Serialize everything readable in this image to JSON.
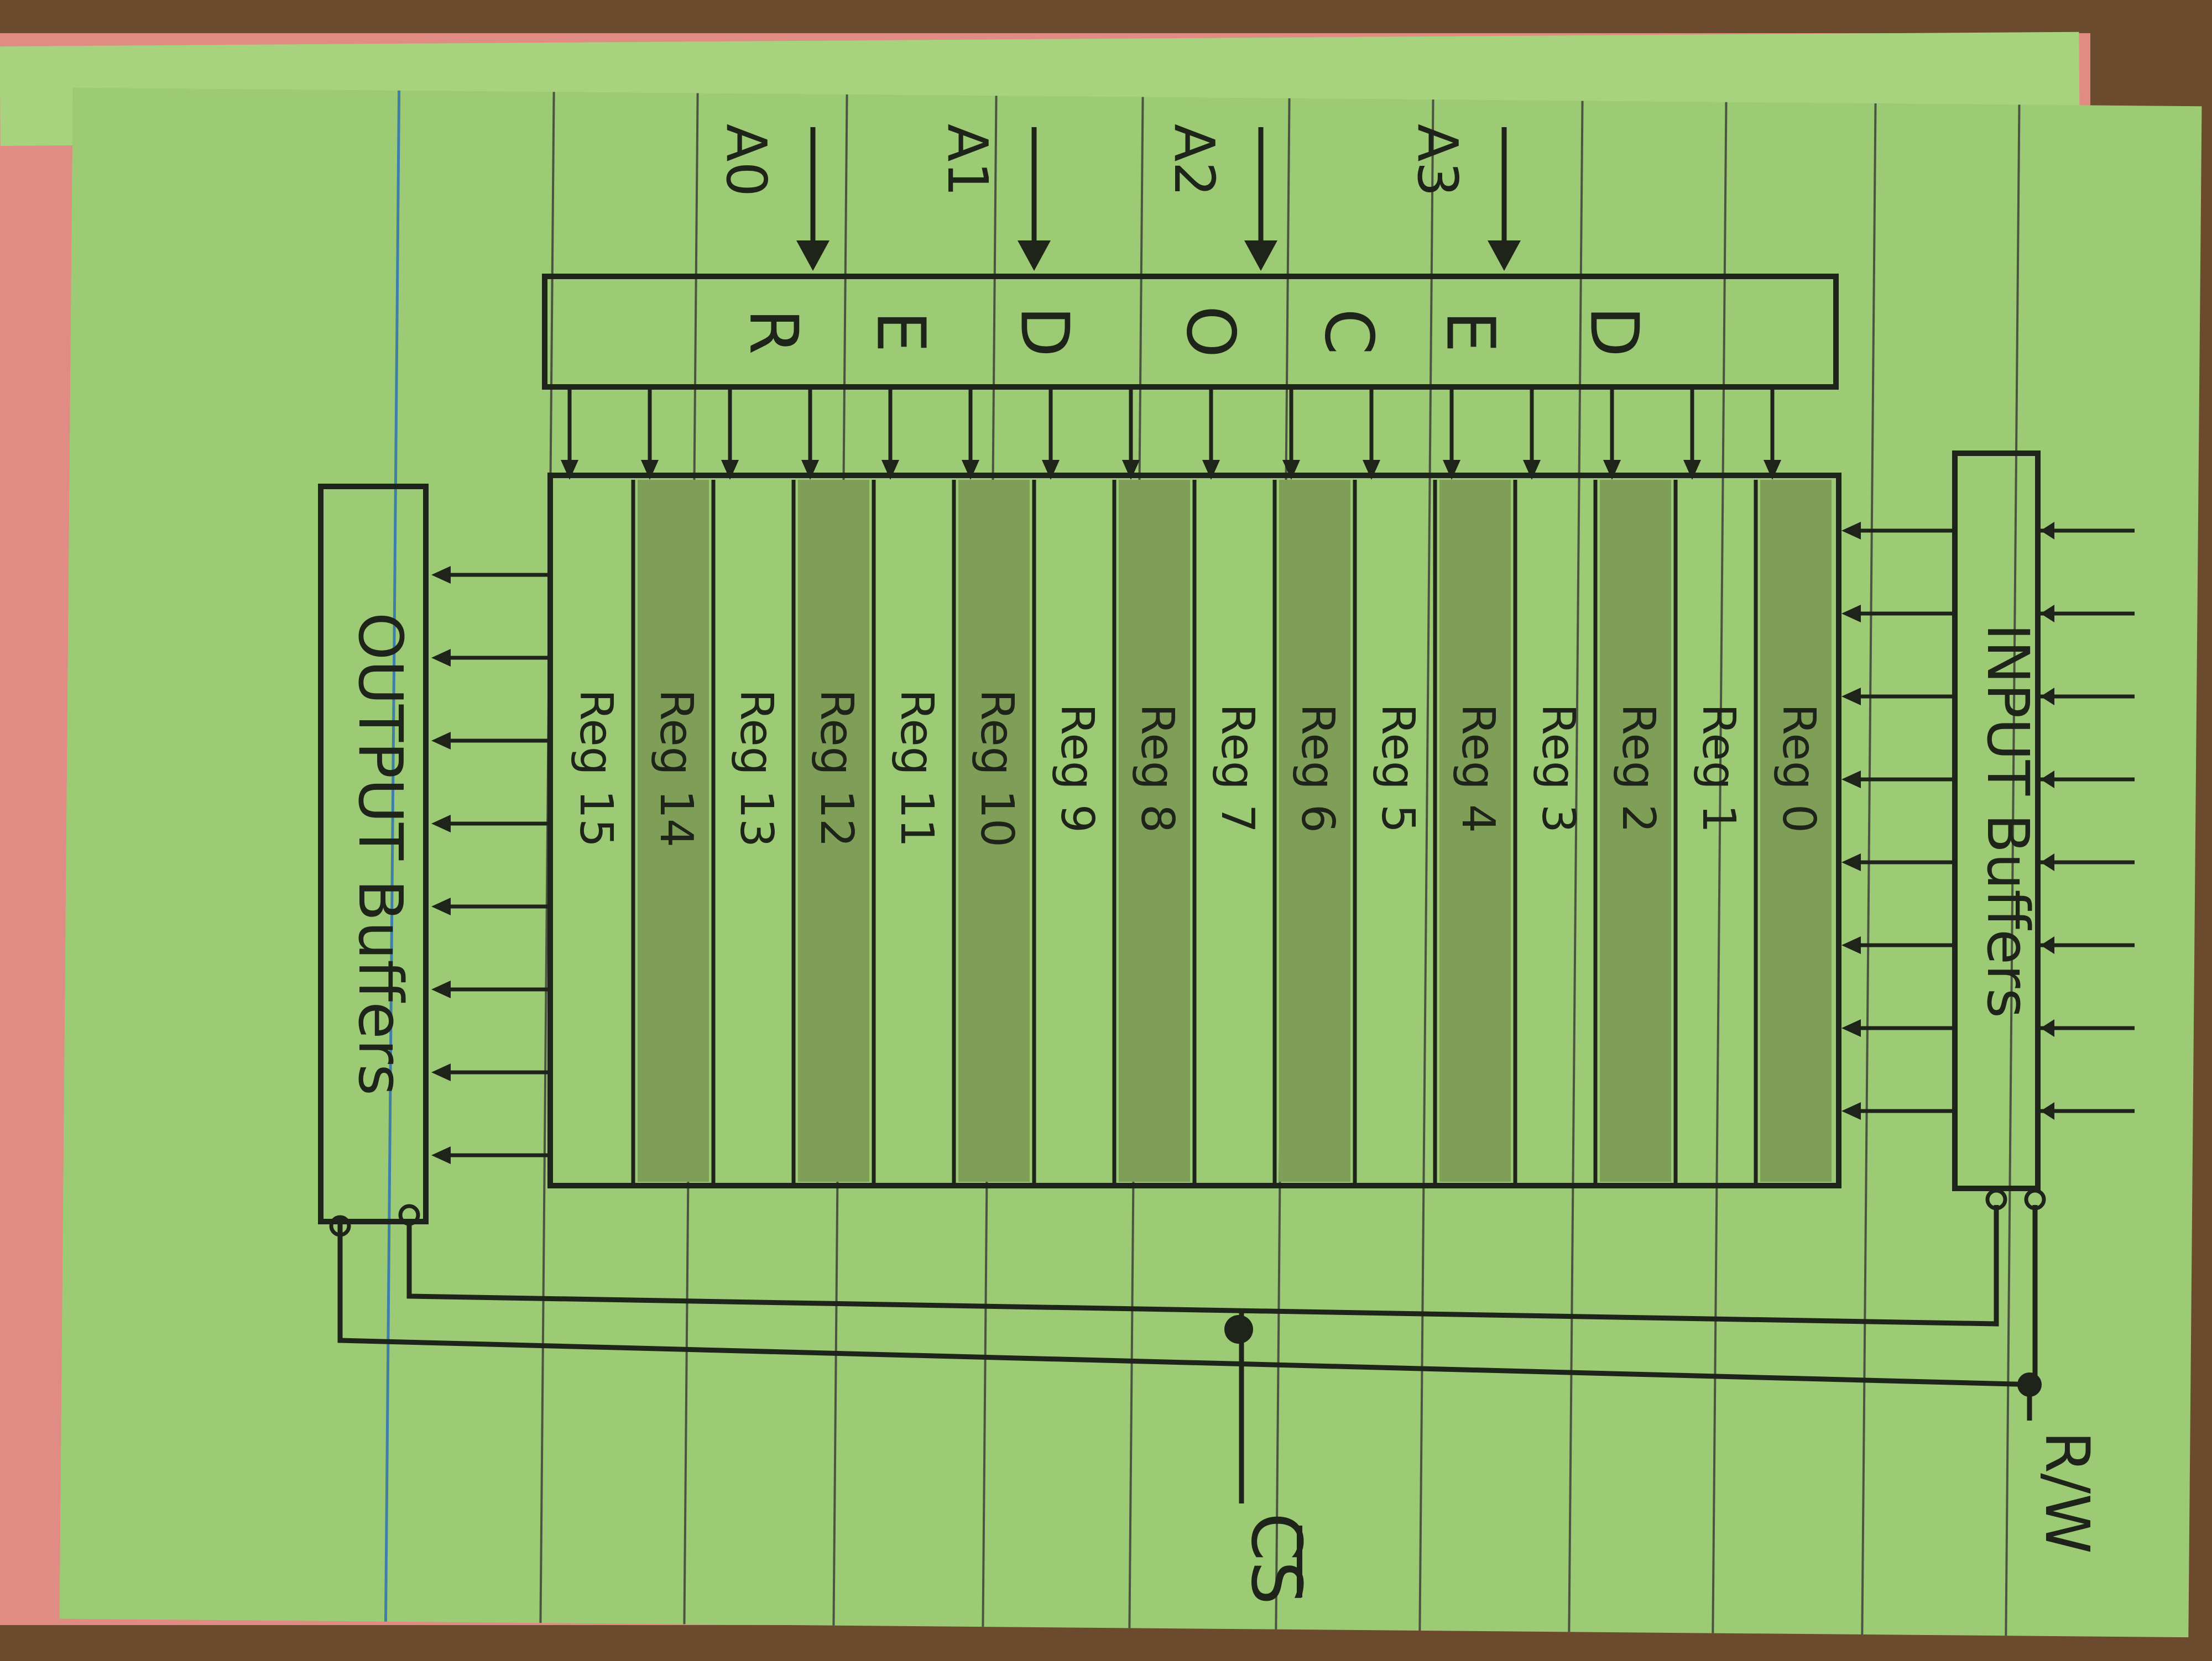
{
  "colors": {
    "table": "#6b4a2e",
    "card_green": "#9dca74",
    "card_green_back": "#a7d27e",
    "card_red": "#e08b84",
    "ruled_line": "#4a5440",
    "margin_line": "#3d7fa8",
    "register_shade": "#7f9e57",
    "ink": "#1e241a"
  },
  "diagram": {
    "address_inputs": [
      "A0",
      "A1",
      "A2",
      "A3"
    ],
    "decoder_letters": [
      "R",
      "E",
      "D",
      "O",
      "C",
      "E",
      "D"
    ],
    "register_labels": [
      "Reg 0",
      "Reg 1",
      "Reg 2",
      "Reg 3",
      "Reg 4",
      "Reg 5",
      "Reg 6",
      "Reg 7",
      "Reg 8",
      "Reg 9",
      "Reg 10",
      "Reg 11",
      "Reg 12",
      "Reg 13",
      "Reg 14",
      "Reg 15"
    ],
    "input_buffer_label": "INPUT Buffers",
    "output_buffer_label": "OUTPUT Buffers",
    "chip_select_label": "CS",
    "read_write_label": "R/W"
  }
}
